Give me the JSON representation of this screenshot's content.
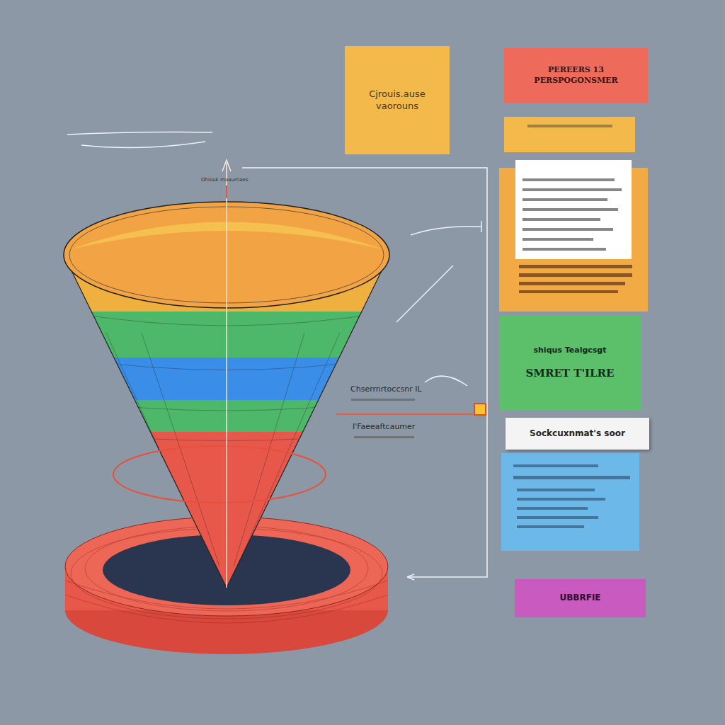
{
  "diagram": {
    "nodes": [
      {
        "text": [
          "Cjrouis.ause vaorouns"
        ]
      },
      {
        "text": [
          "PEREERS 13 PERSPOGONSMER"
        ]
      },
      {
        "text": [
          "shiqus Tealgcsgt",
          "SMRET T'ILRE"
        ]
      },
      {
        "text": [
          "Sockcuxnmat's soor"
        ]
      },
      {
        "text": [
          "UBBRFIE"
        ]
      }
    ],
    "labels": [
      "Ohiouk rnaaurnaes",
      "Chserrnrtoccsnr IL",
      "I'Faeeaftcaumer"
    ]
  }
}
